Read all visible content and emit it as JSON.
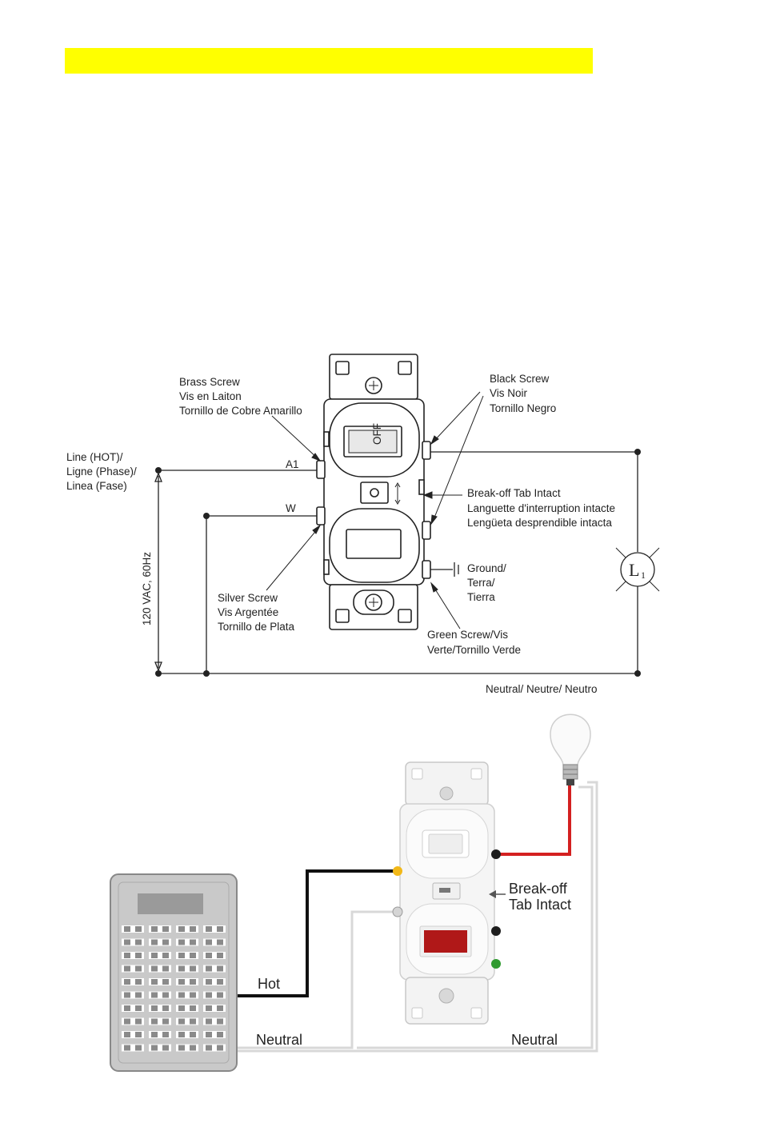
{
  "colors": {
    "highlight": "#ffff00",
    "wire_hot": "#111111",
    "wire_load": "#d42020",
    "wire_neutral": "#d8d8d8",
    "panel": "#c9c9c9",
    "pilot_light": "#b01818",
    "screw_brass": "#f2b818",
    "screw_green": "#2f9a2f"
  },
  "schematic": {
    "brass_screw": [
      "Brass Screw",
      "Vis en Laiton",
      "Tornillo de Cobre Amarillo"
    ],
    "black_screw": [
      "Black Screw",
      "Vis Noir",
      "Tornillo Negro"
    ],
    "line_hot": [
      "Line (HOT)/",
      "Ligne (Phase)/",
      "Linea (Fase)"
    ],
    "terminal_a1": "A1",
    "terminal_w": "W",
    "breakoff": [
      "Break-off Tab Intact",
      "Languette d'interruption intacte",
      "Lengüeta desprendible intacta"
    ],
    "ground": [
      "Ground/",
      "Terra/",
      "Tierra"
    ],
    "silver_screw": [
      "Silver Screw",
      "Vis Argentée",
      "Tornillo de Plata"
    ],
    "green_screw": [
      "Green Screw/Vis",
      "Verte/Tornillo Verde"
    ],
    "voltage": "120 VAC, 60Hz",
    "neutral": "Neutral/ Neutre/ Neutro",
    "load_symbol": "L",
    "load_subscript": "1",
    "switch_text": "OFF"
  },
  "pictorial": {
    "hot": "Hot",
    "neutral_left": "Neutral",
    "neutral_right": "Neutral",
    "breakoff": [
      "Break-off",
      "Tab Intact"
    ]
  }
}
